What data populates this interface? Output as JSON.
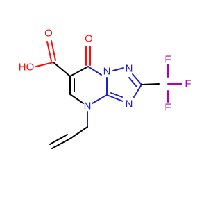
{
  "molecule": {
    "atoms": {
      "carbonyl_oxygen": {
        "label": "O",
        "color": "#ff0d0d"
      },
      "hydroxyl": {
        "label": "HO",
        "color": "#ff0d0d"
      },
      "ring_n_top": {
        "label": "N",
        "color": "#2020c8"
      },
      "ring_n_top_right": {
        "label": "N",
        "color": "#2020c8"
      },
      "ring_n_right": {
        "label": "N",
        "color": "#2020c8"
      },
      "ring_n_bottom": {
        "label": "N",
        "color": "#2020c8"
      },
      "fluorine_top": {
        "label": "F",
        "color": "#b400b4"
      },
      "fluorine_right": {
        "label": "F",
        "color": "#b400b4"
      },
      "fluorine_bottom": {
        "label": "F",
        "color": "#b400b4"
      }
    }
  }
}
